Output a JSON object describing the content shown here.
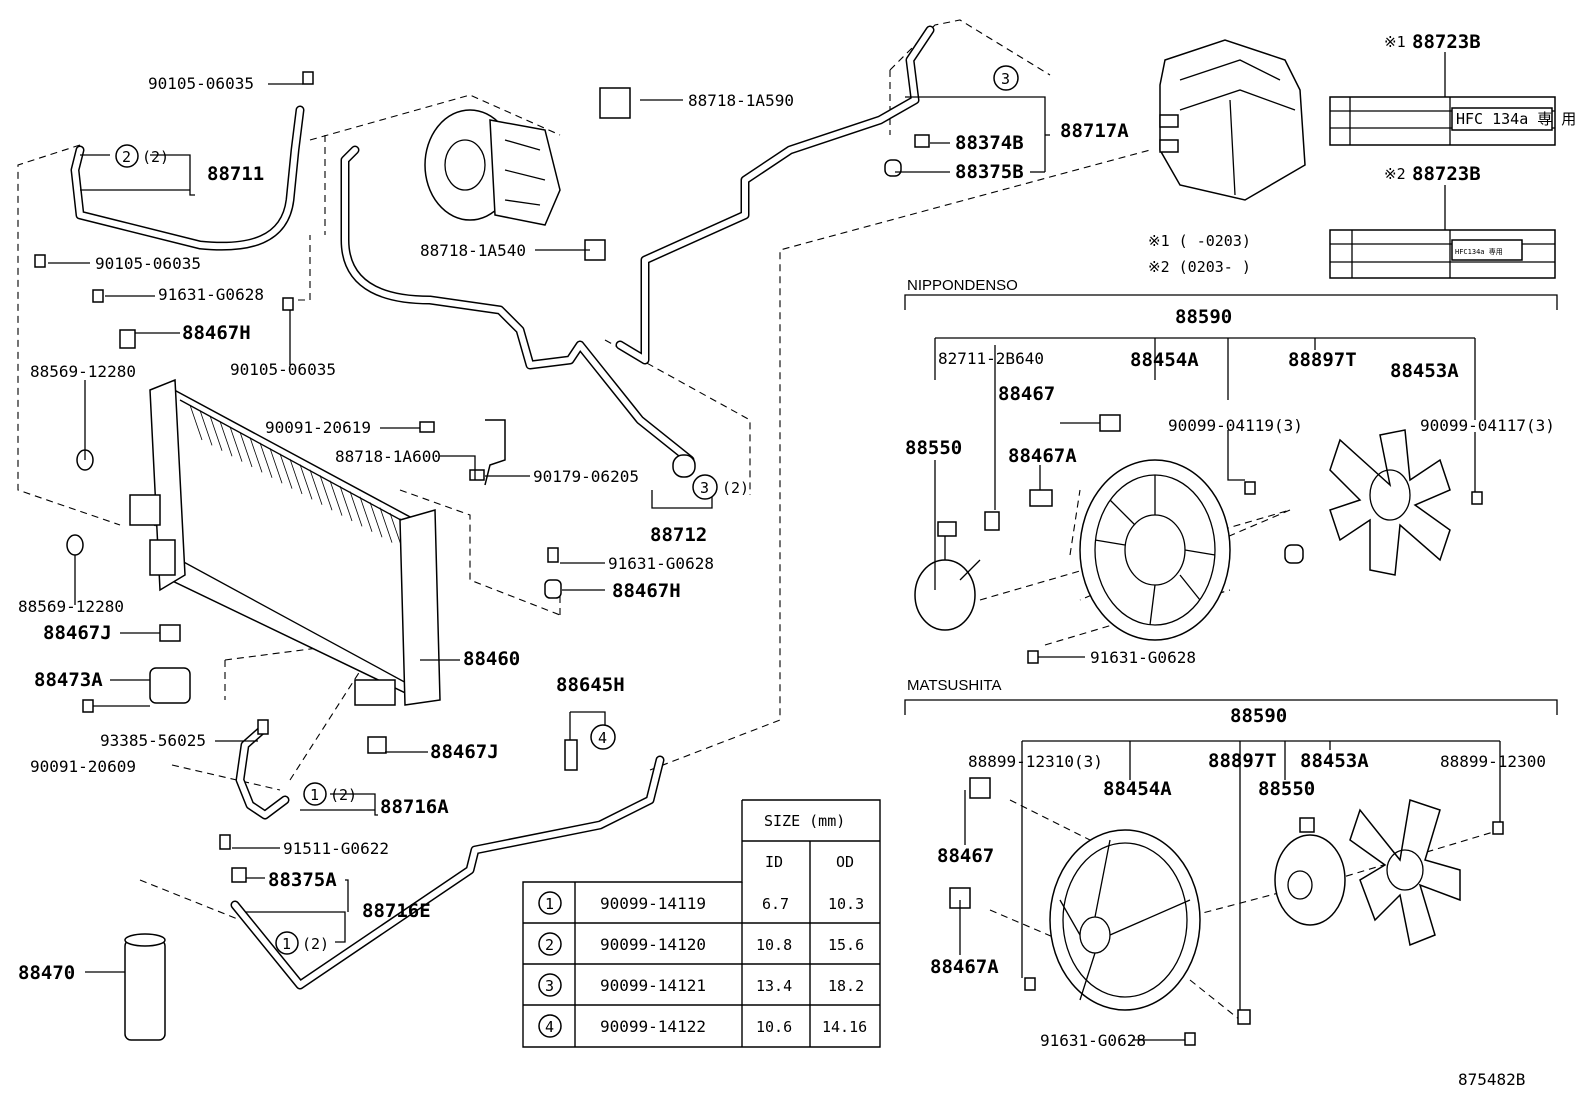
{
  "diagram_id": "875482B",
  "sections": {
    "nippondenso": "NIPPONDENSO",
    "matsushita": "MATSUSHITA"
  },
  "notes": {
    "note1_label": "※1",
    "note1_part": "88723B",
    "note2_label": "※2",
    "note2_part": "88723B",
    "note1_range": "※1 (      -0203)",
    "note2_range": "※2 (0203-      )",
    "label_text_1": "HFC 134a 専 用",
    "label_text_2": "HFC134a 専用"
  },
  "circle_numbers": [
    "1",
    "2",
    "3",
    "4"
  ],
  "qty_2": "(2)",
  "parts": {
    "p90105_06035": "90105-06035",
    "p88711": "88711",
    "p88718_1A590": "88718-1A590",
    "p88374B": "88374B",
    "p88375B": "88375B",
    "p88717A": "88717A",
    "p88718_1A540": "88718-1A540",
    "p91631_G0628": "91631-G0628",
    "p88467H": "88467H",
    "p88569_12280": "88569-12280",
    "p90091_20619": "90091-20619",
    "p88718_1A600": "88718-1A600",
    "p90179_06205": "90179-06205",
    "p88712": "88712",
    "p88467J": "88467J",
    "p88460": "88460",
    "p88473A": "88473A",
    "p90091_20609": "90091-20609",
    "p93385_56025": "93385-56025",
    "p88645H": "88645H",
    "p88716A": "88716A",
    "p91511_G0622": "91511-G0622",
    "p88375A": "88375A",
    "p88716E": "88716E",
    "p88470": "88470",
    "p88590": "88590",
    "p82711_2B640": "82711-2B640",
    "p88454A": "88454A",
    "p88897T": "88897T",
    "p88453A": "88453A",
    "p88550": "88550",
    "p88467": "88467",
    "p88467A": "88467A",
    "p90099_04119": "90099-04119(3)",
    "p90099_04117": "90099-04117(3)",
    "p88899_12310": "88899-12310(3)",
    "p88899_12300": "88899-12300"
  },
  "size_table": {
    "title": "SIZE (mm)",
    "col_id": "ID",
    "col_od": "OD",
    "rows": [
      {
        "no": "1",
        "part": "90099-14119",
        "id": "6.7",
        "od": "10.3"
      },
      {
        "no": "2",
        "part": "90099-14120",
        "id": "10.8",
        "od": "15.6"
      },
      {
        "no": "3",
        "part": "90099-14121",
        "id": "13.4",
        "od": "18.2"
      },
      {
        "no": "4",
        "part": "90099-14122",
        "id": "10.6",
        "od": "14.16"
      }
    ]
  }
}
